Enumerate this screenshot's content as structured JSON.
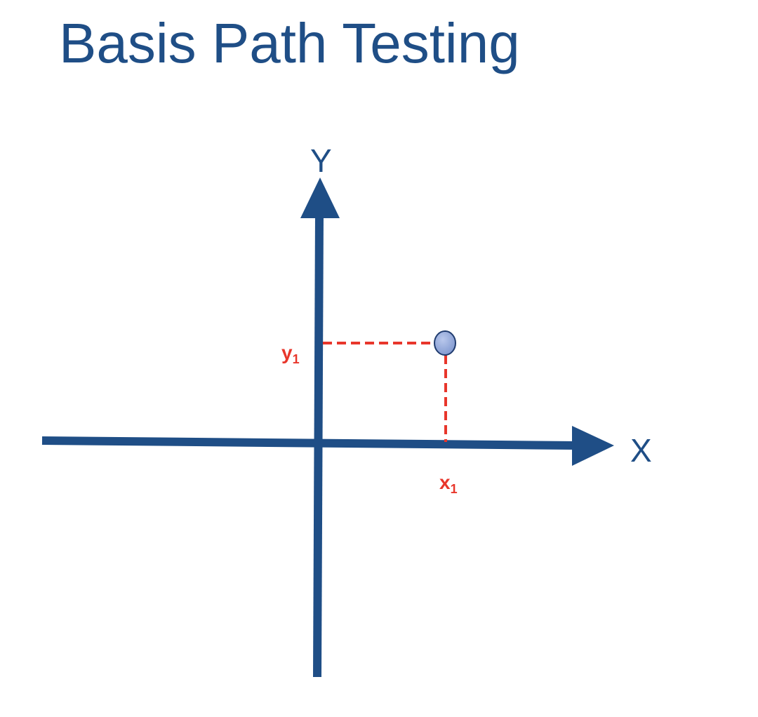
{
  "slide": {
    "title": "Basis Path Testing"
  },
  "diagram": {
    "axis_labels": {
      "x": "X",
      "y": "Y"
    },
    "point": {
      "x_label": {
        "base": "x",
        "subscript": "1"
      },
      "y_label": {
        "base": "y",
        "subscript": "1"
      }
    }
  },
  "colors": {
    "title": "#1f4e86",
    "axis": "#1f4e86",
    "guide": "#e8362b",
    "coord_label": "#e8362b",
    "point_fill": "#7f97cf",
    "point_stroke": "#1f3b6e"
  }
}
